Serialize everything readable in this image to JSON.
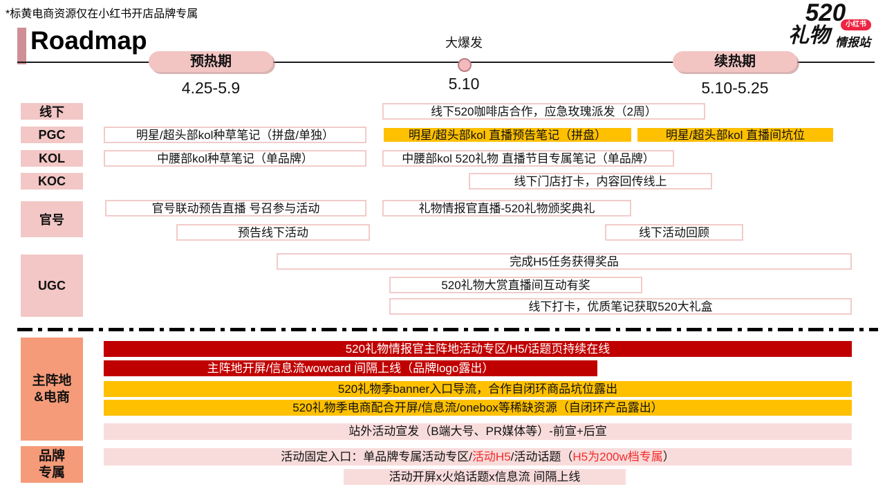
{
  "note": "*标黄电商资源仅在小红书开店品牌专属",
  "title": "Roadmap",
  "logo": {
    "line1": "520",
    "line2": "礼物",
    "line2b": "情报站",
    "badge": "小红书"
  },
  "timeline": {
    "phases": [
      {
        "label": "预热期",
        "date": "4.25-5.9"
      },
      {
        "label": "大爆发",
        "date": "5.10"
      },
      {
        "label": "续热期",
        "date": "5.10-5.25"
      }
    ]
  },
  "sidebar": {
    "labels": [
      "线下",
      "PGC",
      "KOL",
      "KOC",
      "官号",
      "UGC"
    ]
  },
  "bars": [
    {
      "text": "线下520咖啡店合作，应急玫瑰派发（2周）"
    },
    {
      "text": "明星/超头部kol种草笔记（拼盘/单独）"
    },
    {
      "text": "明星/超头部kol 直播预告笔记（拼盘）"
    },
    {
      "text": "明星/超头部kol 直播间坑位"
    },
    {
      "text": "中腰部kol种草笔记（单品牌）"
    },
    {
      "text": "中腰部kol 520礼物 直播节目专属笔记（单品牌）"
    },
    {
      "text": "线下门店打卡，内容回传线上"
    },
    {
      "text": "官号联动预告直播 号召参与活动"
    },
    {
      "text": "礼物情报官直播-520礼物颁奖典礼"
    },
    {
      "text": "预告线下活动"
    },
    {
      "text": "线下活动回顾"
    },
    {
      "text": "完成H5任务获得奖品"
    },
    {
      "text": "520礼物大赏直播间互动有奖"
    },
    {
      "text": "线下打卡，优质笔记获取520大礼盒"
    }
  ],
  "bottom": {
    "sections": {
      "main": {
        "line1": "主阵地",
        "line2": "&电商"
      },
      "brand": {
        "line1": "品牌",
        "line2": "专属"
      }
    },
    "bars": [
      {
        "text": "520礼物情报官主阵地活动专区/H5/话题页持续在线"
      },
      {
        "text": "主阵地开屏/信息流wowcard 间隔上线（品牌logo露出）"
      },
      {
        "text": "520礼物季banner入口导流，合作自闭环商品坑位露出"
      },
      {
        "text": "520礼物季电商配合开屏/信息流/onebox等稀缺资源（自闭环产品露出）"
      },
      {
        "text": "站外活动宣发（B端大号、PR媒体等）-前宣+后宣"
      },
      {
        "text": "活动开屏x火焰话题x信息流 间隔上线"
      }
    ],
    "brand_entry_parts": {
      "s1": "活动固定入口：单品牌专属活动专区/",
      "s2": "活动H5",
      "s3": "/活动话题（",
      "s4": "H5为200w档专属",
      "s5": "）"
    }
  },
  "colors": {
    "pink_label": "#f2c7c5",
    "salmon_label": "#f59b79",
    "bar_border_pink": "#f2cbc9",
    "yellow": "#ffc000",
    "dark_red": "#c00000",
    "light_pink_bar": "#f8dcdb",
    "badge_red": "#ee2442",
    "highlight_red": "#f32b2b"
  }
}
